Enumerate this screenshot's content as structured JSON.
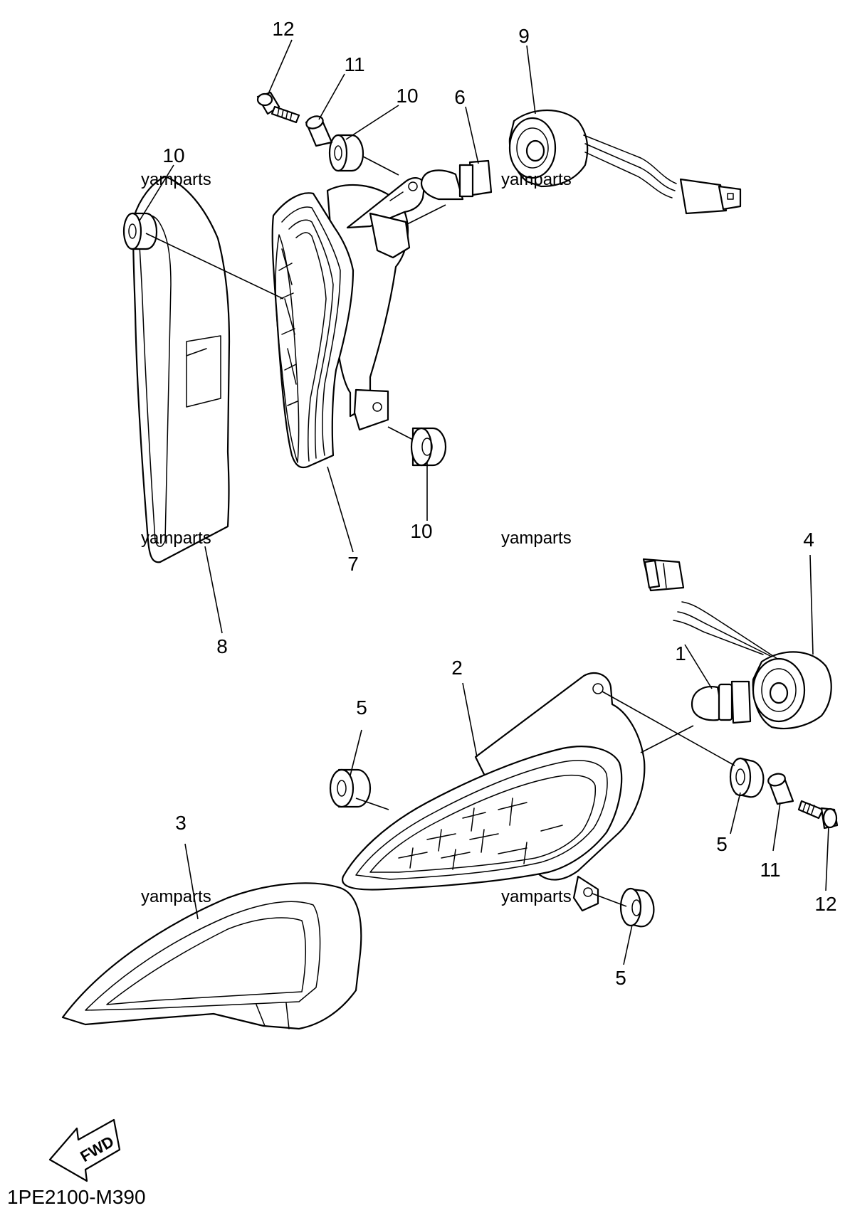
{
  "callouts": {
    "c1": "1",
    "c2": "2",
    "c3": "3",
    "c4": "4",
    "c5a": "5",
    "c5b": "5",
    "c5c": "5",
    "c6": "6",
    "c7": "7",
    "c8": "8",
    "c9": "9",
    "c10a": "10",
    "c10b": "10",
    "c10c": "10",
    "c11a": "11",
    "c11b": "11",
    "c12a": "12",
    "c12b": "12"
  },
  "watermarks": [
    "yamparts",
    "yamparts",
    "yamparts",
    "yamparts",
    "yamparts",
    "yamparts"
  ],
  "fwd_label": "FWD",
  "diagram_code": "1PE2100-M390",
  "colors": {
    "line": "#000000",
    "background": "#ffffff"
  }
}
